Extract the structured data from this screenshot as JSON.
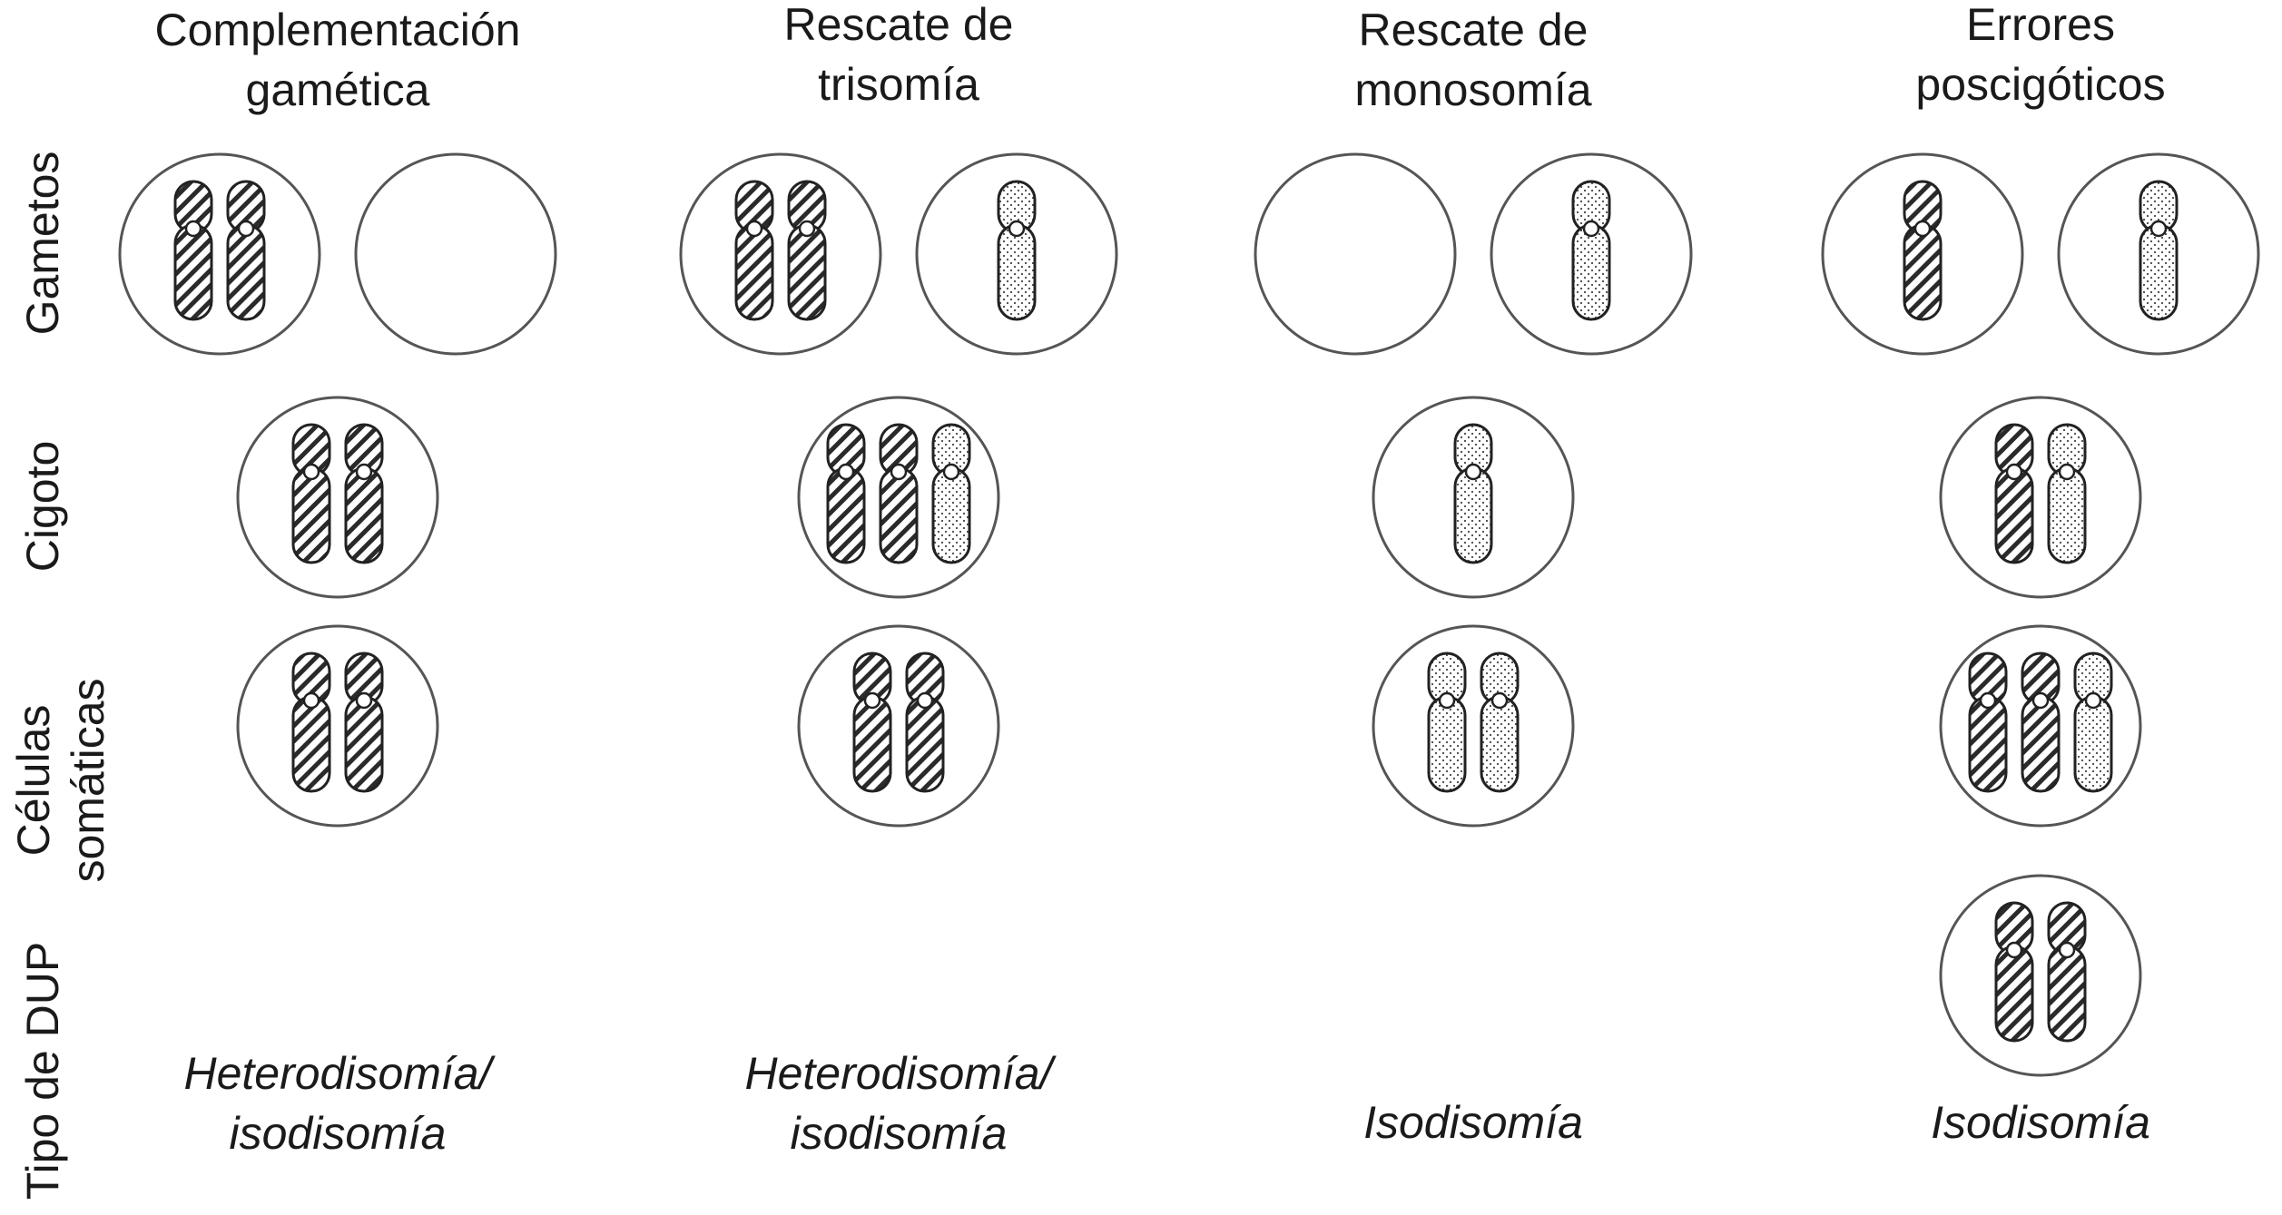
{
  "columns": [
    {
      "title_line1": "Complementación",
      "title_line2": "gamética",
      "dup_line1": "Heterodisomía/",
      "dup_line2": "isodisomía"
    },
    {
      "title_line1": "Rescate de",
      "title_line2": "trisomía",
      "dup_line1": "Heterodisomía/",
      "dup_line2": "isodisomía"
    },
    {
      "title_line1": "Rescate de",
      "title_line2": "monosomía",
      "dup_line1": "Isodisomía",
      "dup_line2": ""
    },
    {
      "title_line1": "Errores",
      "title_line2": "poscigóticos",
      "dup_line1": "Isodisomía",
      "dup_line2": ""
    }
  ],
  "rows": {
    "gametos": "Gametos",
    "cigoto": "Cigoto",
    "celulas_line1": "Células",
    "celulas_line2": "somáticas",
    "tipo_dup": "Tipo de DUP"
  },
  "cells": {
    "gametes": [
      [
        [
          "hatched",
          "hatched"
        ],
        []
      ],
      [
        [
          "hatched",
          "hatched"
        ],
        [
          "dotted"
        ]
      ],
      [
        [],
        [
          "dotted"
        ]
      ],
      [
        [
          "hatched"
        ],
        [
          "dotted"
        ]
      ]
    ],
    "zygote": [
      [
        "hatched",
        "hatched"
      ],
      [
        "hatched",
        "hatched",
        "dotted"
      ],
      [
        "dotted"
      ],
      [
        "hatched",
        "dotted"
      ]
    ],
    "somatic": [
      [
        [
          "hatched",
          "hatched"
        ]
      ],
      [
        [
          "hatched",
          "hatched"
        ]
      ],
      [
        [
          "dotted",
          "dotted"
        ]
      ],
      [
        [
          "hatched",
          "hatched",
          "dotted"
        ],
        [
          "hatched",
          "hatched"
        ]
      ]
    ]
  }
}
